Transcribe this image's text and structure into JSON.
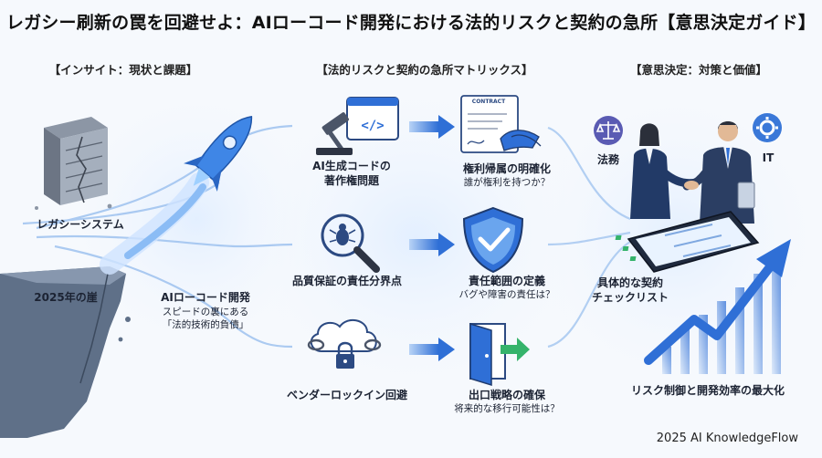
{
  "title": "レガシー刷新の罠を回避せよ：AIローコード開発における法的リスクと契約の急所【意思決定ガイド】",
  "sections": {
    "insight": "【インサイト：現状と課題】",
    "matrix": "【法的リスクと契約の急所マトリックス】",
    "decision": "【意思決定：対策と価値】"
  },
  "insight": {
    "legacy_label": "レガシーシステム",
    "cliff_label": "2025年の崖",
    "lowcode_title": "AIローコード開発",
    "lowcode_sub1": "スピードの裏にある",
    "lowcode_sub2": "「法的技術的負債」"
  },
  "matrix": {
    "rows": [
      {
        "risk": "AI生成コードの\n著作権問題",
        "solution": "権利帰属の明確化",
        "solution_sub": "誰が権利を持つか？"
      },
      {
        "risk": "品質保証の責任分界点",
        "solution": "責任範囲の定義",
        "solution_sub": "バグや障害の責任は？"
      },
      {
        "risk": "ベンダーロックイン回避",
        "solution": "出口戦略の確保",
        "solution_sub": "将来的な移行可能性は？"
      }
    ],
    "contract_doc_text": "CONTRACT"
  },
  "decision": {
    "legal_label": "法務",
    "it_label": "IT",
    "checklist_label1": "具体的な契約",
    "checklist_label2": "チェックリスト",
    "result_label": "リスク制御と開発効率の最大化"
  },
  "footer": "2025 AI KnowledgeFlow",
  "colors": {
    "accent": "#2f6fd6",
    "light": "#a9c9f3",
    "dark": "#1f3b6e"
  }
}
